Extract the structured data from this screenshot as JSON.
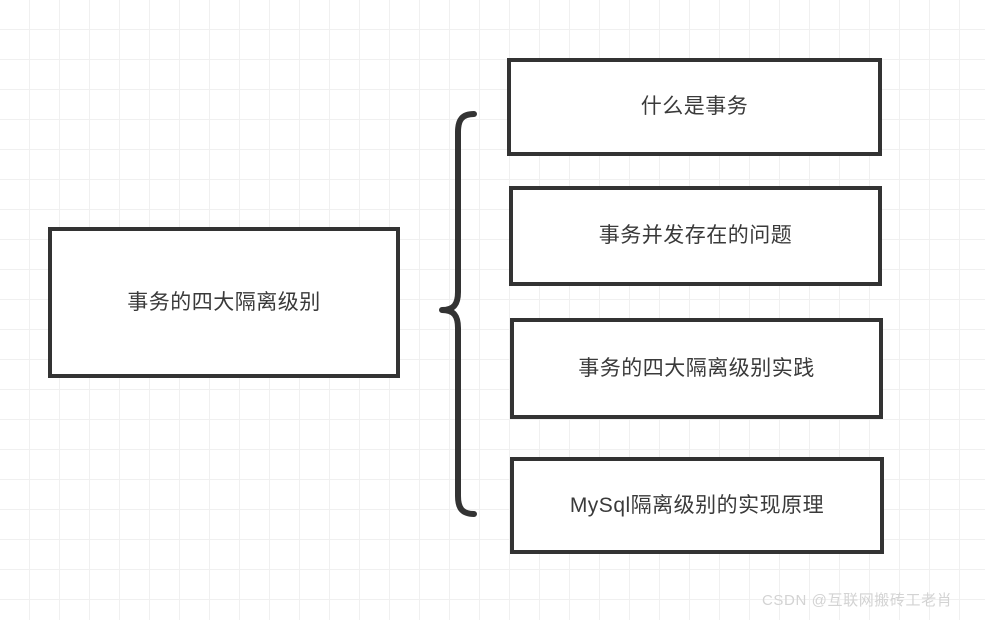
{
  "diagram": {
    "type": "mind-map-brace",
    "root": {
      "label": "事务的四大隔离级别"
    },
    "children": [
      {
        "label": "什么是事务"
      },
      {
        "label": "事务并发存在的问题"
      },
      {
        "label": "事务的四大隔离级别实践"
      },
      {
        "label": "MySql隔离级别的实现原理"
      }
    ],
    "connector": {
      "kind": "curly-brace",
      "direction": "points-left"
    },
    "colors": {
      "node_border": "#333333",
      "node_fill": "#ffffff",
      "text": "#3a3a3a",
      "connector": "#333333",
      "grid_minor": "#f0f0f0",
      "grid_major": "#e6e6e6",
      "watermark": "#d3d3d3",
      "background": "#ffffff"
    }
  },
  "watermark": {
    "text": "CSDN @互联网搬砖工老肖"
  }
}
